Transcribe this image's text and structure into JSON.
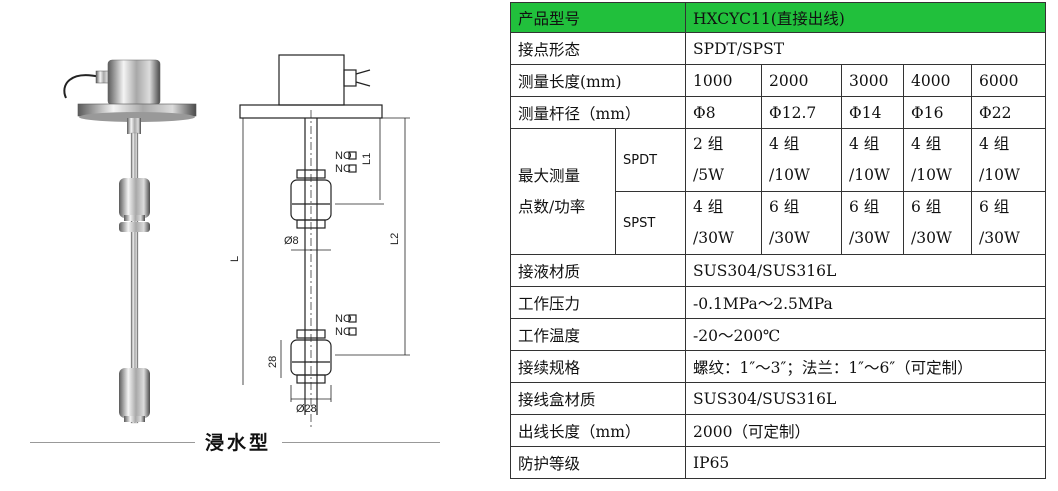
{
  "caption": "浸水型",
  "drawing": {
    "no_label": "NO",
    "nc_label": "NC",
    "dim_l1": "L1",
    "dim_l2": "L2",
    "dim_l": "L",
    "dim_rod": "Ø8",
    "dim_float_h": "28",
    "dim_float_d": "Ø28"
  },
  "colors": {
    "header_bg": "#21c03c",
    "border": "#333333"
  },
  "spec": {
    "model_label": "产品型号",
    "model_value": "HXCYC11(直接出线)",
    "contact_label": "接点形态",
    "contact_value": "SPDT/SPST",
    "length_label": "测量长度(mm)",
    "lengths": [
      "1000",
      "2000",
      "3000",
      "4000",
      "6000"
    ],
    "rod_label": "测量杆径（mm）",
    "rods": [
      "Φ8",
      "Φ12.7",
      "Φ14",
      "Φ16",
      "Φ22"
    ],
    "max_label_1": "最大测量",
    "max_label_2": "点数/功率",
    "spdt_label": "SPDT",
    "spdt_top": [
      "2 组",
      "4 组",
      "4 组",
      "4 组",
      "4 组"
    ],
    "spdt_bottom": [
      "/5W",
      "/10W",
      "/10W",
      "/10W",
      "/10W"
    ],
    "spst_label": "SPST",
    "spst_top": [
      "4 组",
      "6 组",
      "6 组",
      "6 组",
      "6 组"
    ],
    "spst_bottom": [
      "/30W",
      "/30W",
      "/30W",
      "/30W",
      "/30W"
    ],
    "material_label": "接液材质",
    "material_value": "SUS304/SUS316L",
    "pressure_label": "工作压力",
    "pressure_value": "-0.1MPa～2.5MPa",
    "temp_label": "工作温度",
    "temp_value": "-20～200℃",
    "conn_label": "接续规格",
    "conn_value": "螺纹：1″～3″；法兰：1″～6″（可定制）",
    "box_label": "接线盒材质",
    "box_value": "SUS304/SUS316L",
    "cable_label": "出线长度（mm）",
    "cable_value": "2000（可定制）",
    "ip_label": "防护等级",
    "ip_value": "IP65"
  }
}
